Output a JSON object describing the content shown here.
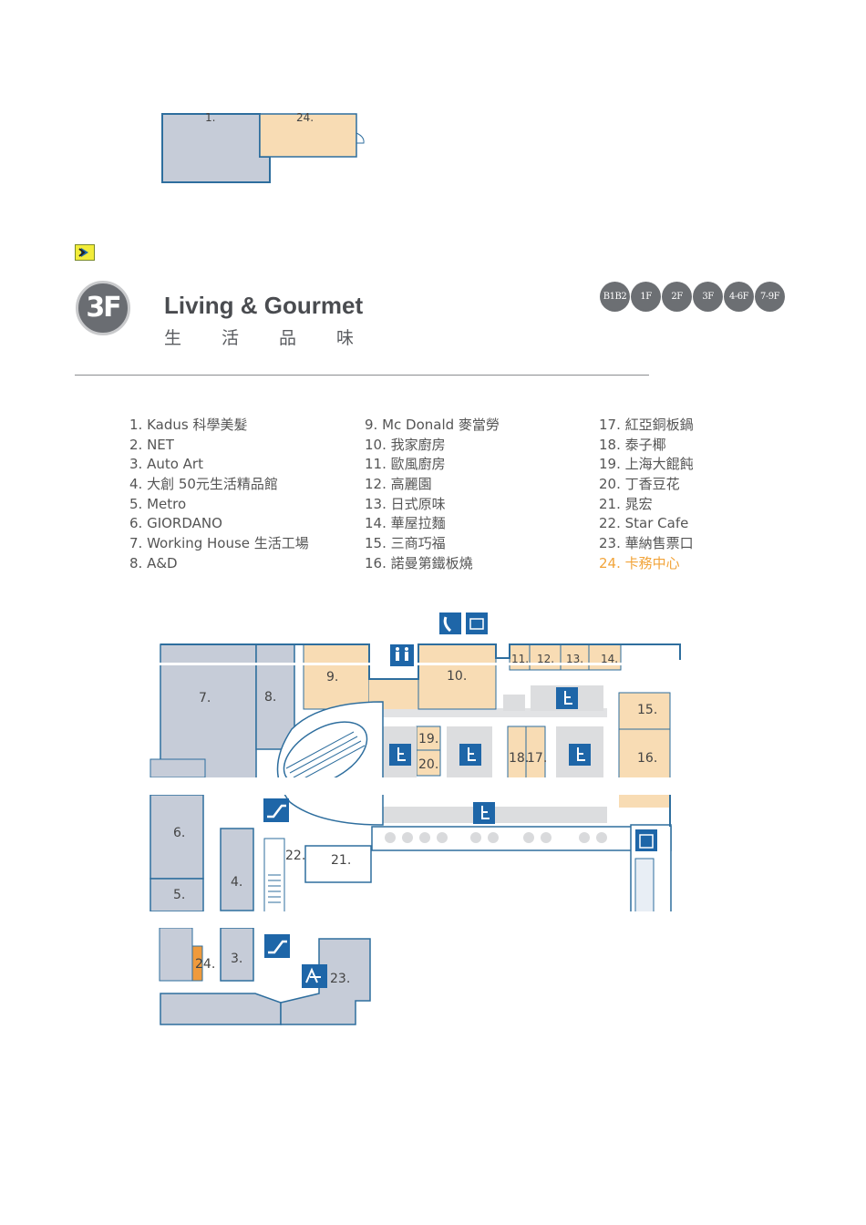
{
  "top_map": {
    "labels": {
      "store_1": "1.",
      "store_24": "24."
    }
  },
  "header": {
    "floor_badge": "3F",
    "title_en": "Living & Gourmet",
    "title_zh": "生活品味",
    "floor_buttons": [
      "B1B2",
      "1F",
      "2F",
      "3F",
      "4-6F",
      "7-9F"
    ]
  },
  "directory": {
    "col1": [
      "1.  Kadus 科學美髮",
      "2.  NET",
      "3.  Auto Art",
      "4.  大創 50元生活精品館",
      "5.  Metro",
      "6.  GIORDANO",
      "7.  Working House 生活工場",
      "8.  A&D"
    ],
    "col2": [
      "9.  Mc Donald 麥當勞",
      "10. 我家廚房",
      "11. 歐風廚房",
      "12. 高麗園",
      "13. 日式原味",
      "14. 華屋拉麵",
      "15. 三商巧福",
      "16. 諾曼第鐵板燒"
    ],
    "col3": [
      "17. 紅亞銅板鍋",
      "18. 泰子椰",
      "19. 上海大餛飩",
      "20. 丁香豆花",
      "21. 晁宏",
      "22. Star Cafe",
      "23. 華納售票口",
      "24. 卡務中心"
    ]
  },
  "plan_labels": {
    "s7": "7.",
    "s8": "8.",
    "s9": "9.",
    "s10": "10.",
    "s11": "11.",
    "s12": "12.",
    "s13": "13.",
    "s14": "14.",
    "s15": "15.",
    "s16": "16.",
    "s17": "17.",
    "s18": "18.",
    "s19": "19.",
    "s20": "20.",
    "s21": "21.",
    "s22": "22.",
    "s23": "23.",
    "s24": "24.",
    "s3": "3.",
    "s4": "4.",
    "s5": "5.",
    "s6": "6."
  },
  "colors": {
    "store_blue": "#c6ccd8",
    "store_orange": "#f8dcb4",
    "accent_orange": "#ef9a3c",
    "line_blue": "#2e6e9e",
    "icon_blue": "#1e66a8"
  }
}
